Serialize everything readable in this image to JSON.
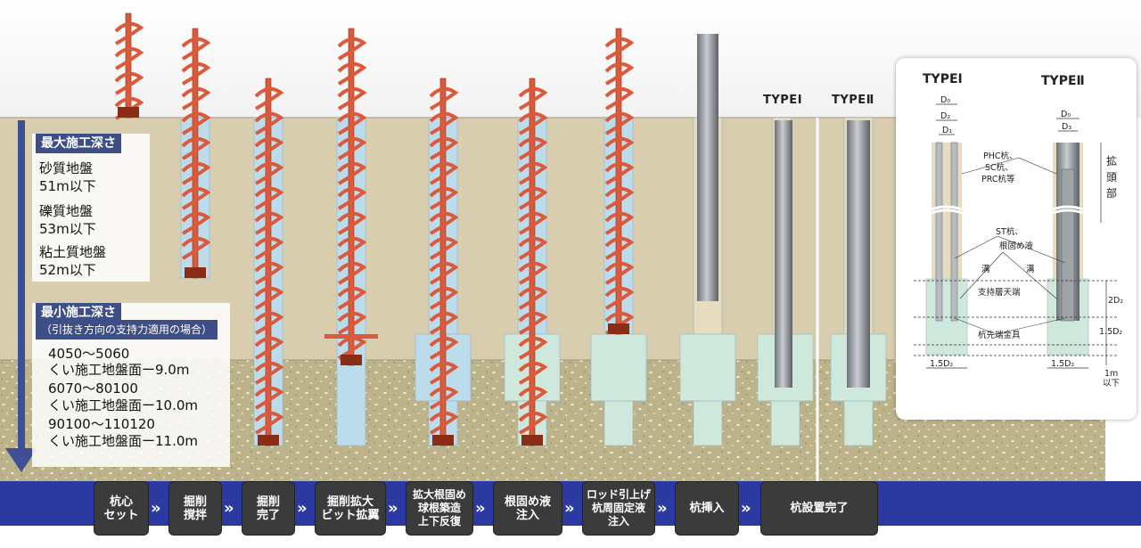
{
  "colors": {
    "soil_upper": "#d8ccae",
    "soil_lower": "#bfb58d",
    "water": "#bcdcec",
    "root_solution": "#cfe8dc",
    "auger": "#dc5a3c",
    "pile": "#9ea3a8",
    "bar": "#2a3aa0",
    "step_box": "#3b3b3b",
    "arrow": "#3f4f96"
  },
  "type_labels": [
    "TYPEⅠ",
    "TYPEⅡ"
  ],
  "depth_info": {
    "max_title": "最大施工深さ",
    "max_lines": [
      "砂質地盤",
      "51m以下",
      "礫質地盤",
      "53m以下",
      "粘土質地盤",
      "52m以下"
    ],
    "min_title": "最小施工深さ",
    "min_subtitle": "（引抜き方向の支持力適用の場合）",
    "min_lines": [
      "4050～5060",
      "くい施工地盤面ー9.0m",
      "6070～80100",
      "くい施工地盤面ー10.0m",
      "90100～110120",
      "くい施工地盤面ー11.0m"
    ]
  },
  "steps": [
    "杭心\nセット",
    "掘削\n撹拌",
    "掘削\n完了",
    "掘削拡大\nビット拡翼",
    "拡大根固め\n球根築造\n上下反復",
    "根固め液\n注入",
    "ロッド引上げ\n杭周固定液\n注入",
    "杭挿入",
    "杭設置完了"
  ],
  "detail": {
    "type1": "TYPEⅠ",
    "type2": "TYPEⅡ",
    "d0": "D₀",
    "d2": "D₂",
    "d1": "D₁",
    "d3": "D₃",
    "pile_types": [
      "PHC杭、",
      "SC杭、",
      "PRC杭等"
    ],
    "expansion": [
      "拡",
      "頭",
      "部"
    ],
    "st_pile": "ST杭、",
    "root_liquid": "根固め液",
    "groove_left": "溝",
    "groove_right": "溝",
    "support_top": "支持層天端",
    "tip_fitting": "杭先端金具",
    "two_d2": "2D₂",
    "one5_d2": "1.5D₂",
    "width_left": "1.5D₂",
    "width_right": "1.5D₂",
    "one_m": "1m",
    "below": "以下"
  }
}
